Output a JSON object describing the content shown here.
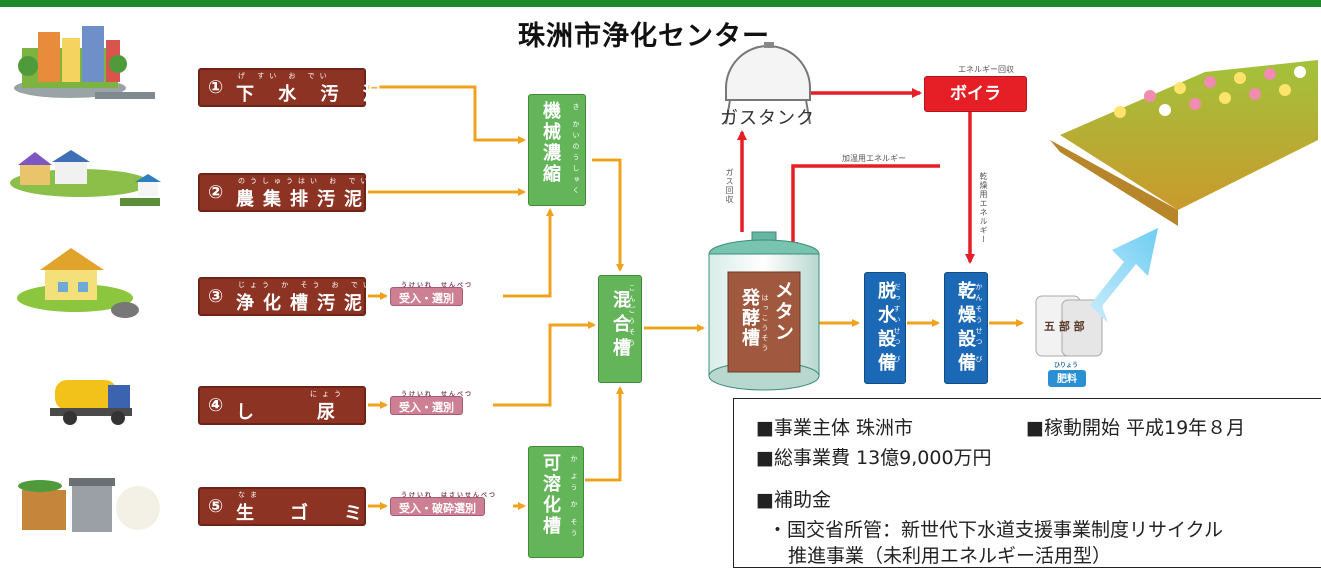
{
  "title": "珠洲市浄化センター",
  "sources": [
    {
      "num": "①",
      "label": "下 水 汚 泥",
      "ruby": "げ すい お でい"
    },
    {
      "num": "②",
      "label": "農集排汚泥",
      "ruby": "のうしゅうはい お でい"
    },
    {
      "num": "③",
      "label": "浄化槽汚泥",
      "ruby": "じょう か そう お でい"
    },
    {
      "num": "④",
      "label": "し　　尿",
      "ruby": "にょう"
    },
    {
      "num": "⑤",
      "label": "生　ゴ　ミ",
      "ruby": "なま"
    }
  ],
  "pretreat": [
    {
      "label": "受入・選別",
      "ruby": "うけいれ　せんべつ"
    },
    {
      "label": "受入・選別",
      "ruby": "うけいれ　せんべつ"
    },
    {
      "label": "受入・破砕選別",
      "ruby": "うけいれ　はさいせんべつ"
    }
  ],
  "kikai": {
    "label": "機械濃縮",
    "ruby": "き かいのうしゅく"
  },
  "kongou": {
    "label": "混合槽",
    "ruby": "こんごうそう"
  },
  "kayouka": {
    "label": "可溶化槽",
    "ruby": "か よう か そう"
  },
  "tank": {
    "label1": "メタン",
    "label2": "発酵槽",
    "ruby": "はっこうそう"
  },
  "dassui": {
    "label": "脱水設備",
    "ruby": "だっすいせつ び"
  },
  "kansou": {
    "label": "乾燥設備",
    "ruby": "かんそうせつ び"
  },
  "gastank": "ガスタンク",
  "boiler": "ボイラ",
  "energy_recovery": "エネルギー回収",
  "heating_energy": "加温用エネルギー",
  "gas_recovery": "ガス回収",
  "drying_energy": "乾燥用エネルギー",
  "fertilizer": {
    "label": "肥料",
    "ruby": "ひりょう"
  },
  "bag_label": "五 部 部",
  "info": {
    "line1_a": "■事業主体 珠洲市",
    "line1_b": "■稼動開始 平成19年８月",
    "line2": "■総事業費 13億9,000万円",
    "line3": "■補助金",
    "line4": "・国交省所管：新世代下水道支援事業制度リサイクル",
    "line5": "推進事業（未利用エネルギー活用型）"
  },
  "colors": {
    "source": "#8d3323",
    "green_box": "#64b45a",
    "blue_box": "#1b68b5",
    "boiler": "#e51f25",
    "arrow": "#f0a21f",
    "red_arrow": "#e51f25",
    "pink": "#cd7f94",
    "top_bar": "#1e8a2c"
  }
}
